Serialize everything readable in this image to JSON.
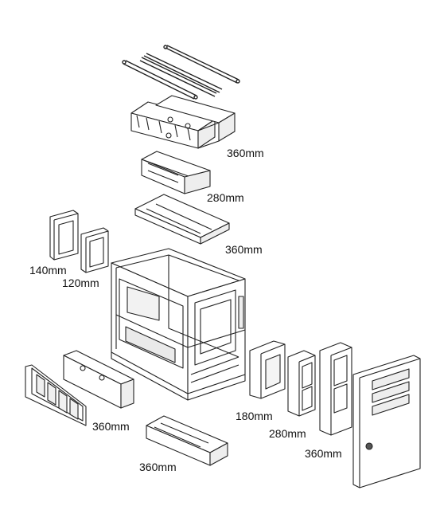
{
  "labels": {
    "top_360": "360mm",
    "top_280": "280mm",
    "top_360b": "360mm",
    "fan_140": "140mm",
    "fan_120": "120mm",
    "front_360": "360mm",
    "bottom_360": "360mm",
    "side_180": "180mm",
    "side_280": "280mm",
    "side_360": "360mm"
  },
  "colors": {
    "line": "#222222",
    "fill": "#ffffff",
    "shade": "#e6e6e6",
    "dark": "#555555"
  }
}
